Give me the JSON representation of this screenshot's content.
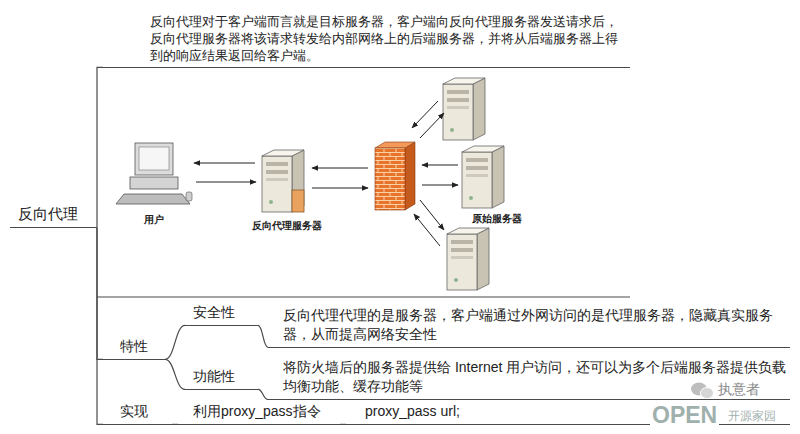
{
  "diagram": {
    "nodes": [
      {
        "text": [
          "反向代理"
        ]
      },
      {
        "text": [
          "反向代理对于客户端而言就是目标服务器，客户端向反向代理服务器发送请求后，反向代理服务器将该请求转发给内部网络上的后端服务器，并将从后端服务器上得到的响应结果返回给客户端。"
        ]
      },
      {
        "text": [
          "特性"
        ]
      },
      {
        "text": [
          "安全性"
        ]
      },
      {
        "text": [
          "反向代理代理的是服务器，客户端通过外网访问的是代理服务器，隐藏真实服务器，从而提高网络安全性"
        ]
      },
      {
        "text": [
          "功能性"
        ]
      },
      {
        "text": [
          "将防火墙后的服务器提供给 Internet 用户访问，还可以为多个后端服务器提供负载均衡功能、缓存功能等"
        ]
      },
      {
        "text": [
          "实现"
        ]
      },
      {
        "text": [
          "利用proxy_pass指令"
        ]
      },
      {
        "text": [
          "proxy_pass url;"
        ]
      }
    ],
    "edges": [
      {
        "from": 0,
        "to": 1,
        "arrow": "none"
      },
      {
        "from": 0,
        "to": 2,
        "arrow": "none"
      },
      {
        "from": 2,
        "to": 3,
        "arrow": "none"
      },
      {
        "from": 3,
        "to": 4,
        "arrow": "none"
      },
      {
        "from": 2,
        "to": 5,
        "arrow": "none"
      },
      {
        "from": 5,
        "to": 6,
        "arrow": "none"
      },
      {
        "from": 0,
        "to": 7,
        "arrow": "none"
      },
      {
        "from": 7,
        "to": 8,
        "arrow": "none"
      },
      {
        "from": 8,
        "to": 9,
        "arrow": "none"
      }
    ],
    "labels": [
      "用户",
      "反向代理服务器",
      "原始服务器",
      "执意者",
      "OPEN",
      "开源家园"
    ]
  }
}
